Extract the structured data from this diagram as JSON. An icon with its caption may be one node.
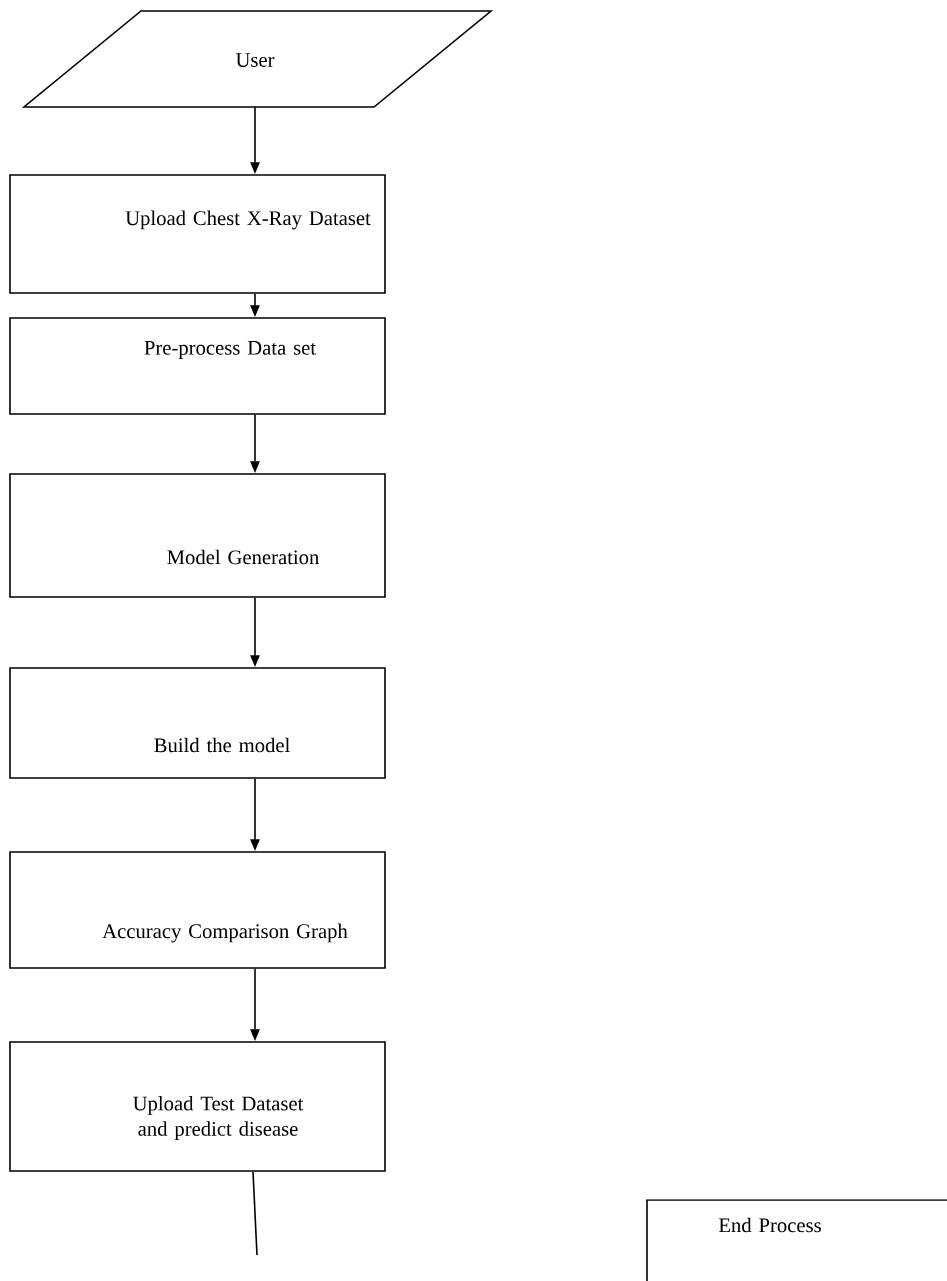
{
  "diagram": {
    "nodes": [
      {
        "text": [
          "User"
        ]
      },
      {
        "text": [
          "Upload Chest X-Ray Dataset"
        ]
      },
      {
        "text": [
          "Pre-process Data set"
        ]
      },
      {
        "text": [
          "Model Generation"
        ]
      },
      {
        "text": [
          "Build the model"
        ]
      },
      {
        "text": [
          "Accuracy Comparison Graph"
        ]
      },
      {
        "text": [
          "Upload Test Dataset and predict disease"
        ]
      },
      {
        "text": [
          "End Process"
        ]
      }
    ],
    "edges": [
      {
        "from": 0,
        "to": 1,
        "arrow": "to"
      },
      {
        "from": 1,
        "to": 2,
        "arrow": "to"
      },
      {
        "from": 2,
        "to": 3,
        "arrow": "to"
      },
      {
        "from": 3,
        "to": 4,
        "arrow": "to"
      },
      {
        "from": 4,
        "to": 5,
        "arrow": "to"
      },
      {
        "from": 5,
        "to": 6,
        "arrow": "to"
      },
      {
        "from": 6,
        "to": null,
        "arrow": "none"
      }
    ]
  }
}
